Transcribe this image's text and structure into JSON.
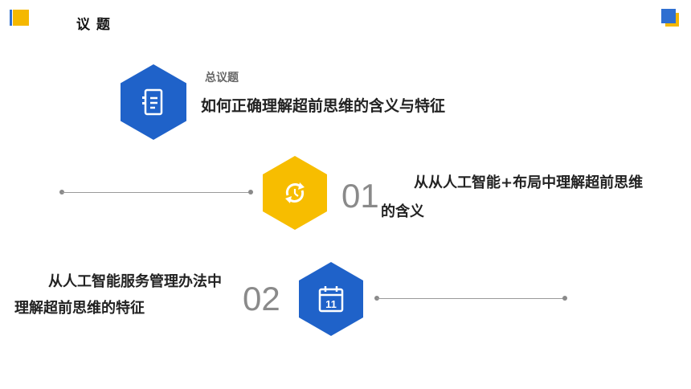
{
  "header": {
    "title": "议 题"
  },
  "topic": {
    "subtitle": "总议题",
    "title": "如何正确理解超前思维的含义与特征"
  },
  "items": [
    {
      "number": "01",
      "line1": "从从人工智能+布局中理解超前思维",
      "line2": "的含义",
      "icon": "refresh-icon"
    },
    {
      "number": "02",
      "line1": "从人工智能服务管理办法中",
      "line2": "理解超前思维的特征",
      "icon": "calendar-icon",
      "calendar_day": "11"
    }
  ],
  "colors": {
    "blue": "#1f62c9",
    "yellow": "#f7bd00",
    "accent_blue": "#2f6fd1",
    "accent_yellow": "#f5b800",
    "number_gray": "#8a8a8a"
  },
  "topic_icon": "document-icon"
}
